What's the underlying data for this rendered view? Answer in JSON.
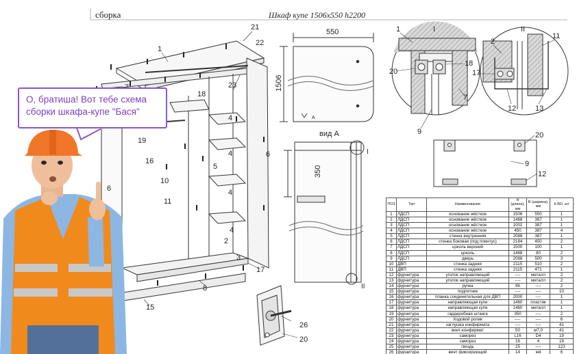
{
  "header": {
    "assembly_label": "сборка",
    "drawing_title": "Шкаф купе 1506х550 h2200"
  },
  "bubble": {
    "line1": "О, братиша! Вот тебе схема",
    "line2": "сборки шкафа-купе \"Бася\""
  },
  "callouts": {
    "assembly": [
      "1",
      "21",
      "22",
      "7",
      "5",
      "18",
      "23",
      "4",
      "4",
      "4",
      "4",
      "19",
      "16",
      "6",
      "10",
      "5",
      "11",
      "6",
      "2",
      "3",
      "17",
      "8",
      "15"
    ],
    "hardware": [
      "26",
      "20"
    ],
    "detail_sections": [
      "1",
      "I",
      "II",
      "2",
      "11",
      "20",
      "18",
      "17",
      "7",
      "12",
      "13",
      "9"
    ],
    "roller": [
      "20",
      "9",
      "12"
    ]
  },
  "dimensions": {
    "top_width": "550",
    "top_depth": "1506",
    "side_height": "350",
    "view_a_label": "вид А",
    "marker_a": "А",
    "marker_i": "I",
    "marker_ii": "II"
  },
  "spec": {
    "headers": {
      "pos": "ПОЗ",
      "type": "Тип",
      "name": "Наименование",
      "h": "Н (длина), мм",
      "w": "В (ширина), мм",
      "qty": "К-ВО, шт"
    },
    "rows": [
      {
        "pos": "1",
        "type": "ЛДСП",
        "name": "основание жёсткое",
        "h": "1506",
        "w": "550",
        "qty": "1"
      },
      {
        "pos": "2",
        "type": "ЛДСП",
        "name": "основание жёсткое",
        "h": "1468",
        "w": "387",
        "qty": "1"
      },
      {
        "pos": "3",
        "type": "ЛДСП",
        "name": "основание жёсткое",
        "h": "1002",
        "w": "387",
        "qty": "1"
      },
      {
        "pos": "4",
        "type": "ЛДСП",
        "name": "основание жёсткое",
        "h": "450",
        "w": "387",
        "qty": "4"
      },
      {
        "pos": "5",
        "type": "ЛДСП",
        "name": "стенка внутренняя",
        "h": "2088",
        "w": "387",
        "qty": "1"
      },
      {
        "pos": "6",
        "type": "ЛДСП",
        "name": "стенка боковая (под плинтус)",
        "h": "2184",
        "w": "450",
        "qty": "2"
      },
      {
        "pos": "7",
        "type": "ЛДСП",
        "name": "цоколь верхний",
        "h": "1500",
        "w": "100",
        "qty": "1"
      },
      {
        "pos": "8",
        "type": "ЛДСП",
        "name": "цоколь",
        "h": "1468",
        "w": "80",
        "qty": "2"
      },
      {
        "pos": "9",
        "type": "ЛДСП",
        "name": "дверь",
        "h": "2088",
        "w": "500",
        "qty": "3"
      },
      {
        "pos": "10",
        "type": "ДВП",
        "name": "стенка задняя",
        "h": "2115",
        "w": "510",
        "qty": "2"
      },
      {
        "pos": "11",
        "type": "ДВП",
        "name": "стенка задняя",
        "h": "2115",
        "w": "471",
        "qty": "1"
      },
      {
        "pos": "12",
        "type": "фурнитура",
        "name": "уголок направляющий",
        "h": "----",
        "w": "металл",
        "qty": "2"
      },
      {
        "pos": "13",
        "type": "фурнитура",
        "name": "уголок направляющий",
        "h": "----",
        "w": "металл",
        "qty": "2"
      },
      {
        "pos": "14",
        "type": "фурнитура",
        "name": "ручка",
        "h": "96",
        "w": "----",
        "qty": "2"
      },
      {
        "pos": "15",
        "type": "фурнитура",
        "name": "подпятник",
        "h": "----",
        "w": "----",
        "qty": "10"
      },
      {
        "pos": "16",
        "type": "фурнитура",
        "name": "планка соединительная для ДВП",
        "h": "2000",
        "w": "----",
        "qty": "1"
      },
      {
        "pos": "17",
        "type": "фурнитура",
        "name": "направляющая купе",
        "h": "1460",
        "w": "пластик",
        "qty": "1"
      },
      {
        "pos": "18",
        "type": "фурнитура",
        "name": "направляющая купе",
        "h": "1460",
        "w": "металл",
        "qty": "1"
      },
      {
        "pos": "19",
        "type": "фурнитура",
        "name": "гардеробная штанга",
        "h": "350",
        "w": "----",
        "qty": "2"
      },
      {
        "pos": "20",
        "type": "фурнитура",
        "name": "Ходовой ролик",
        "h": "----",
        "w": "----",
        "qty": "6"
      },
      {
        "pos": "21",
        "type": "фурнитура",
        "name": "заглушка конфирмата",
        "h": "----",
        "w": "----",
        "qty": "41"
      },
      {
        "pos": "22",
        "type": "фурнитура",
        "name": "винт-конфирмат",
        "h": "50",
        "w": "м7,0",
        "qty": "41"
      },
      {
        "pos": "23",
        "type": "фурнитура",
        "name": "саморез",
        "h": "L16",
        "w": "D4",
        "qty": "19"
      },
      {
        "pos": "24",
        "type": "фурнитура",
        "name": "саморез",
        "h": "16",
        "w": "4",
        "qty": "18"
      },
      {
        "pos": "25",
        "type": "фурнитура",
        "name": "гвоздь",
        "h": "25",
        "w": "----",
        "qty": "123"
      },
      {
        "pos": "26",
        "type": "фурнитура",
        "name": "винт фиксирующий",
        "h": "14",
        "w": "м4",
        "qty": "6"
      }
    ]
  },
  "colors": {
    "bubble_border": "#8a55c9",
    "bubble_text": "#7b3fc2",
    "vest": "#f08a1c",
    "helmet": "#f2762a",
    "line": "#333333",
    "hatch": "#bdbdbd"
  }
}
